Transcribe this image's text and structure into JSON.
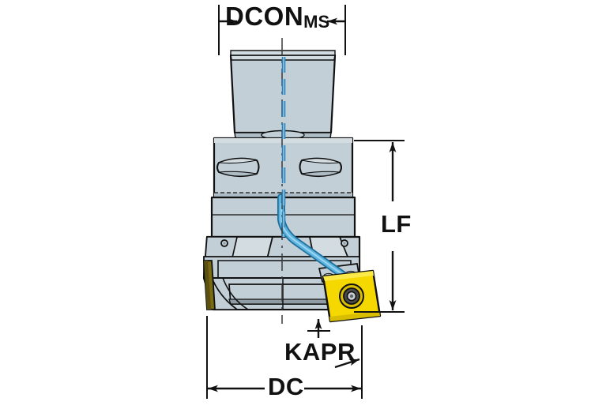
{
  "figure": {
    "kind": "technical-drawing",
    "subject": "indexable-milling-cutter-with-coupling-shank",
    "view": "front-section-view"
  },
  "dimensions": {
    "dcon": {
      "name": "dcon-dimension",
      "label_main": "DCON",
      "label_sub": "MS",
      "orientation": "horizontal",
      "position": "top",
      "arrows": "inward"
    },
    "lf": {
      "name": "lf-dimension",
      "label": "LF",
      "orientation": "vertical",
      "position": "right",
      "arrows": "outward"
    },
    "kapr": {
      "name": "kapr-dimension",
      "label": "KAPR",
      "orientation": "angular",
      "position": "bottom",
      "arrows": "leader"
    },
    "dc": {
      "name": "dc-dimension",
      "label": "DC",
      "orientation": "horizontal",
      "position": "bottom",
      "arrows": "outward"
    }
  },
  "colors": {
    "body_fill": "#c3cfd6",
    "body_fill_light": "#d2dce1",
    "body_fill_dark": "#aebcc5",
    "outline": "#111111",
    "insert_yellow": "#f5d800",
    "insert_yellow_dark": "#d8bd00",
    "insert_edge_dark": "#7a6b10",
    "coolant_blue": "#5bb3e0",
    "coolant_blue_dark": "#1f6f9c",
    "centerline_blue": "#2f7fb5",
    "background": "#ffffff",
    "dim_line": "#111111"
  },
  "parts": {
    "shank": {
      "name": "coupling-shank",
      "label": "shank"
    },
    "flange": {
      "name": "flange-collar",
      "label": "flange"
    },
    "drive_slot_left": {
      "name": "drive-slot-left",
      "label": "drive slot"
    },
    "drive_slot_right": {
      "name": "drive-slot-right",
      "label": "drive slot"
    },
    "cutter_body": {
      "name": "cutter-body",
      "label": "cutter body"
    },
    "insert_main": {
      "name": "cutting-insert",
      "label": "insert"
    },
    "insert_screw": {
      "name": "insert-clamp-screw",
      "label": "screw"
    },
    "insert_left": {
      "name": "cutting-insert-left",
      "label": "insert"
    },
    "coolant_channel": {
      "name": "coolant-channel",
      "label": "coolant"
    },
    "centerline": {
      "name": "center-axis-line",
      "label": "axis"
    }
  }
}
